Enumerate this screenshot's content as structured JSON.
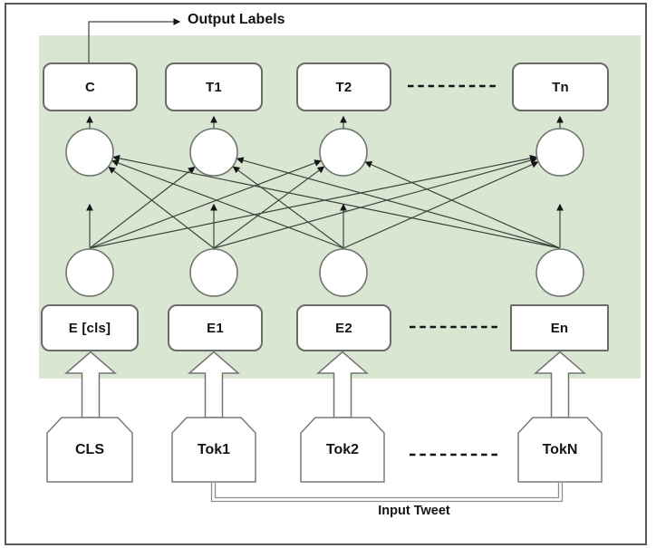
{
  "diagram": {
    "title_flow_labels": {
      "output": "Output Labels",
      "input": "Input Tweet"
    },
    "top_row_boxes": [
      "C",
      "T1",
      "T2",
      "Tn"
    ],
    "embedding_row_boxes": [
      "E [cls]",
      "E1",
      "E2",
      "En"
    ],
    "token_row": [
      "CLS",
      "Tok1",
      "Tok2",
      "TokN"
    ],
    "colors": {
      "panel_green": "#d8e6d2",
      "box_border": "#6b6b6b",
      "frame_border": "#595959",
      "connection_line": "#3c433c",
      "bracket_gray": "#8e8e8e",
      "text": "#141414"
    }
  }
}
